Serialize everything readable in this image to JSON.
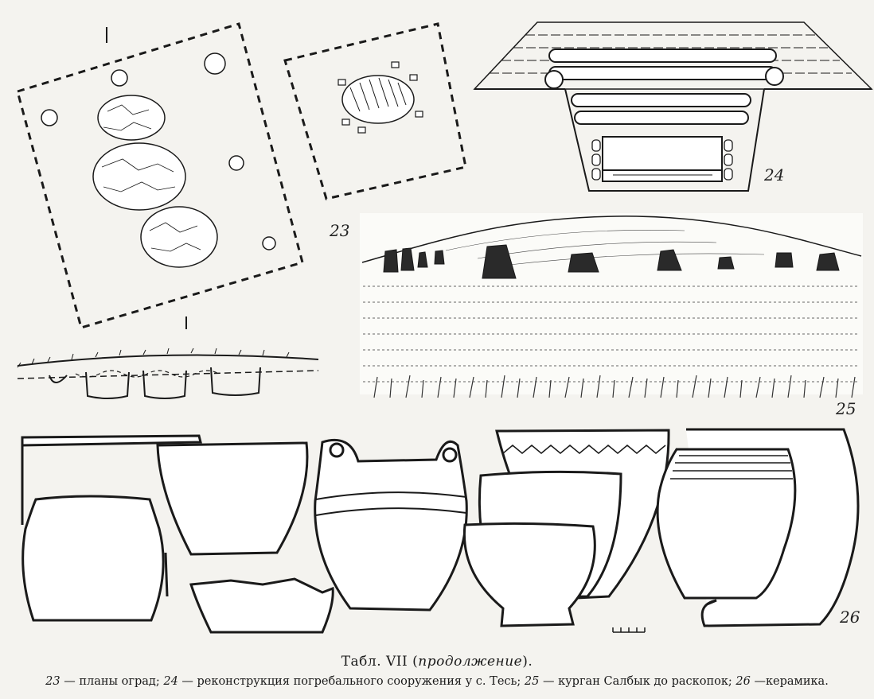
{
  "figure_numbers": {
    "fig23": "23",
    "fig24": "24",
    "fig25": "25",
    "fig26": "26"
  },
  "caption": {
    "title_prefix": "Табл. VII (",
    "title_italic": "продолжение",
    "title_suffix": ").",
    "items": [
      {
        "num": "23",
        "text": " — планы оград; "
      },
      {
        "num": "24",
        "text": " — реконструкция погребального сооружения у с. Тесь; "
      },
      {
        "num": "25",
        "text": " — курган Салбык до раскопок; "
      },
      {
        "num": "26",
        "text": " —керамика."
      }
    ]
  },
  "colors": {
    "ink": "#1a1a1a",
    "paper": "#f4f3ef",
    "stone_dark": "#2a2a2a"
  }
}
